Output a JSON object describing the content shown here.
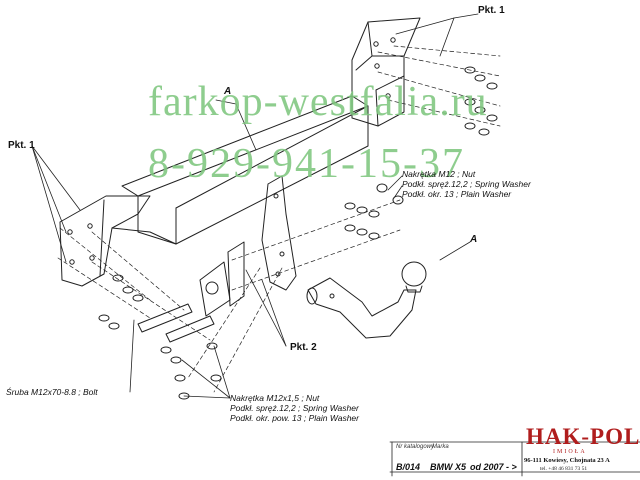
{
  "watermark": {
    "site": "farkop-westfalia.ru",
    "phone": "8-929-941-15-37"
  },
  "callouts": {
    "pkt1_top": "Pkt. 1",
    "pkt1_left": "Pkt. 1",
    "pkt2": "Pkt. 2",
    "a_top": "A",
    "a_ball": "A"
  },
  "labels": {
    "right_nut": "Nakrętka  M12 ; Nut",
    "right_spring": "Podkł. spręż.12,2 ; Spring Washer",
    "right_plain": "Podkł. okr. 13 ; Plain Washer",
    "bolt": "Śruba M12x70-8.8 ;  Bolt",
    "bottom_nut": "Nakrętka  M12x1,5 ; Nut",
    "bottom_spring": "Podkł. spręż.12,2 ; Spring Washer",
    "bottom_plain": "Podkł. okr. pow. 13 ; Plain Washer"
  },
  "footer": {
    "catalog_label": "Nr katalogowy",
    "catalog_value": "B/014",
    "brand_label": "Marka",
    "model": "BMW X5",
    "year": "od  2007 - >",
    "company": "HAK-POL",
    "company_sub": "IMIOŁA",
    "address": "96-111 Kowiesy, Chojnata 23 A",
    "phone": "tel. +48 46 831 73 51"
  },
  "colors": {
    "line": "#222222",
    "watermark": "#7fc77f",
    "brand": "#b01d1d"
  }
}
